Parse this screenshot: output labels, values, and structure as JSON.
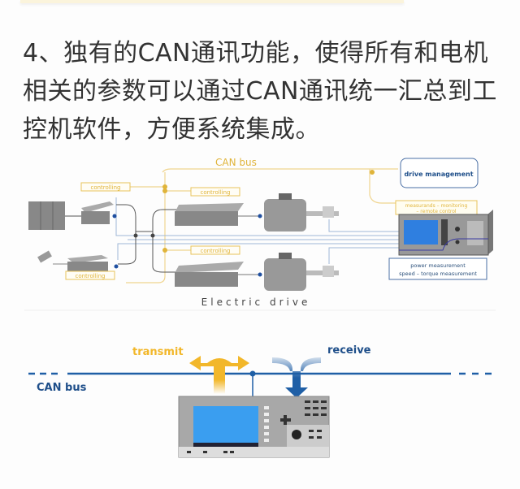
{
  "paragraph": "4、独有的CAN通讯功能，使得所有和电机相关的参数可以通过CAN通讯统一汇总到工控机软件，方便系统集成。",
  "figure1": {
    "title": "Electric drive",
    "can_bus_label": "CAN bus",
    "controlling_labels": [
      "controlling",
      "controlling",
      "controlling",
      "controlling"
    ],
    "drive_management": "drive management",
    "measurands_line1": "measurands – monitoring",
    "measurands_line2": "– remote control",
    "power_line1": "power measurement",
    "power_line2": "speed – torque measurement",
    "colors": {
      "accent": "#e8b93a",
      "bus": "#2a5fa8",
      "device": "#8a8a8a"
    }
  },
  "figure2": {
    "transmit": "transmit",
    "receive": "receive",
    "can_bus_label": "CAN bus",
    "colors": {
      "transmit": "#f2b72a",
      "receive": "#1f5fa6",
      "bus": "#1f5fa6"
    }
  }
}
